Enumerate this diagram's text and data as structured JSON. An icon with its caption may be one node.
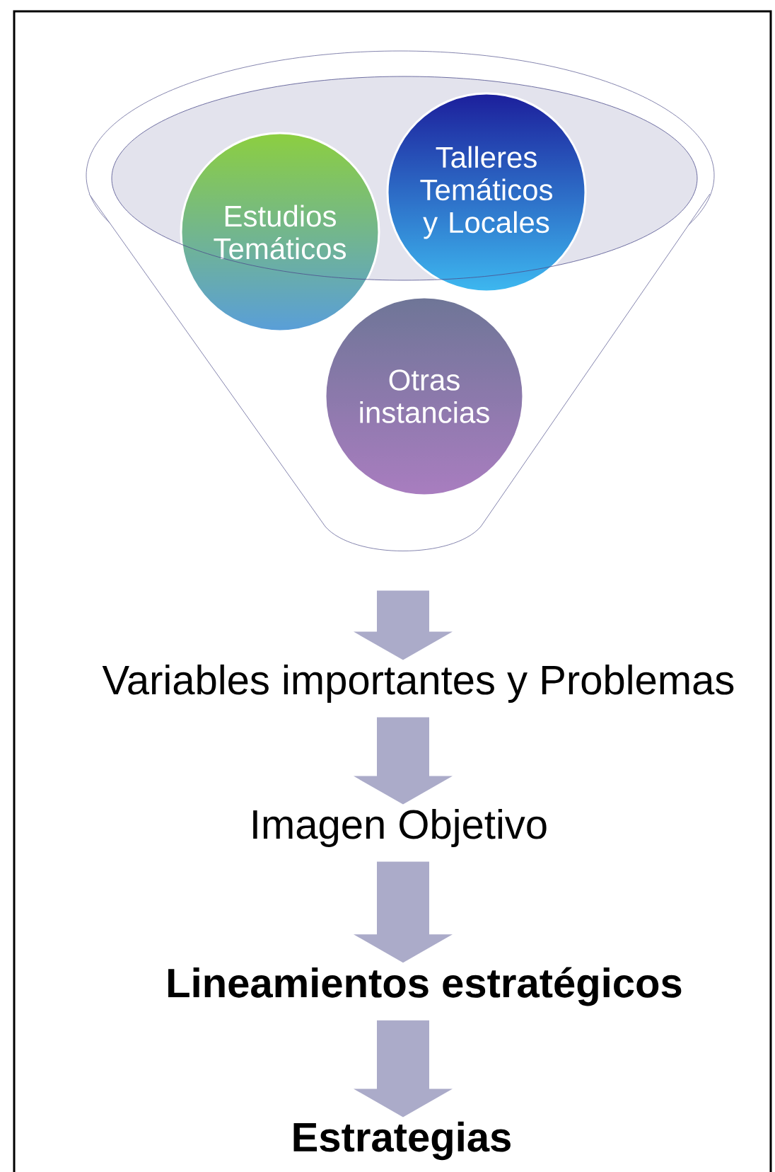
{
  "diagram": {
    "nodes": [
      {
        "text": [],
        "shape": "funnel"
      },
      {
        "text": [
          "Estudios Temáticos"
        ]
      },
      {
        "text": [
          "Talleres Temáticos y Locales"
        ]
      },
      {
        "text": [
          "Otras instancias"
        ],
        "in": 0
      },
      {
        "text": [
          "Variables importantes y Problemas"
        ]
      },
      {
        "text": [
          "Imagen Objetivo"
        ]
      },
      {
        "text": [
          "Lineamientos estratégicos"
        ]
      },
      {
        "text": [
          "Estrategias"
        ]
      }
    ],
    "edges": [
      {
        "from": 0,
        "to": 4,
        "arrow": "to"
      },
      {
        "from": 4,
        "to": 5,
        "arrow": "to"
      },
      {
        "from": 5,
        "to": 6,
        "arrow": "to"
      },
      {
        "from": 6,
        "to": 7,
        "arrow": "to"
      }
    ]
  }
}
